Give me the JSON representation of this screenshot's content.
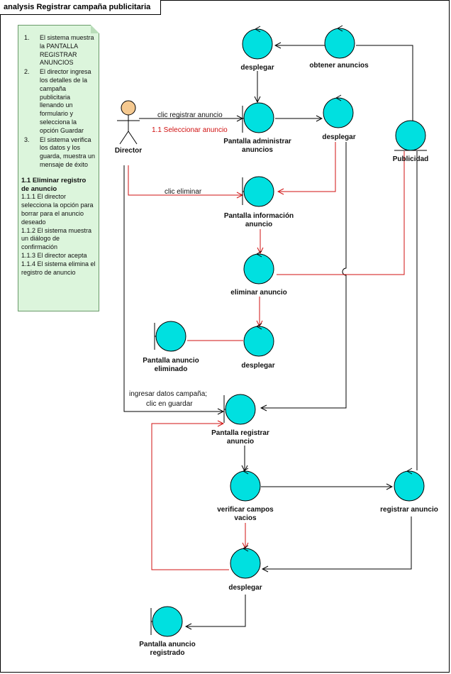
{
  "frame_title": "analysis Registrar campaña publicitaria",
  "note": {
    "steps": [
      {
        "num": "1.",
        "text": "El sistema muestra la PANTALLA REGISTRAR ANUNCIOS"
      },
      {
        "num": "2.",
        "text": "El director ingresa los detalles de la campaña publicitaria llenando un formulario y selecciona la opción Guardar"
      },
      {
        "num": "3.",
        "text": "El sistema verifica los datos y los guarda, muestra un mensaje de éxito"
      }
    ],
    "alt_heading": "1.1 Eliminar registro de anuncio",
    "alt_steps": [
      "1.1.1 El director selecciona la opción para borrar para el anuncio deseado",
      "1.1.2 El sistema muestra un diálogo de confirmación",
      "1.1.3 El director acepta",
      "1.1.4 El sistema elimina el registro de anuncio"
    ]
  },
  "actor": {
    "name": "Director"
  },
  "nodes": {
    "desplegar_top": "desplegar",
    "obtener_anuncios": "obtener anuncios",
    "pantalla_admin": [
      "Pantalla administrar",
      "anuncios"
    ],
    "desplegar_mid": "desplegar",
    "publicidad": "Publicidad",
    "pantalla_info": [
      "Pantalla información",
      "anuncio"
    ],
    "eliminar_anuncio": "eliminar anuncio",
    "pantalla_eliminado": [
      "Pantalla anuncio",
      "eliminado"
    ],
    "desplegar_elim": "desplegar",
    "pantalla_registrar": [
      "Pantalla registrar",
      "anuncio"
    ],
    "verificar_campos": [
      "verificar campos",
      "vacios"
    ],
    "registrar_anuncio": "registrar anuncio",
    "desplegar_bottom": "desplegar",
    "pantalla_registrado": [
      "Pantalla anuncio",
      "registrado"
    ]
  },
  "messages": {
    "clic_registrar": "clic registrar anuncio",
    "seleccionar": "1.1 Seleccionar anuncio",
    "clic_eliminar": "clic eliminar",
    "ingresar": [
      "ingresar datos campaña;",
      "clic en guardar"
    ]
  },
  "colors": {
    "node_fill": "#00e0e0",
    "actor_head": "#f5c990",
    "note_fill": "#dcf5dc",
    "alt_flow": "#d01010"
  }
}
